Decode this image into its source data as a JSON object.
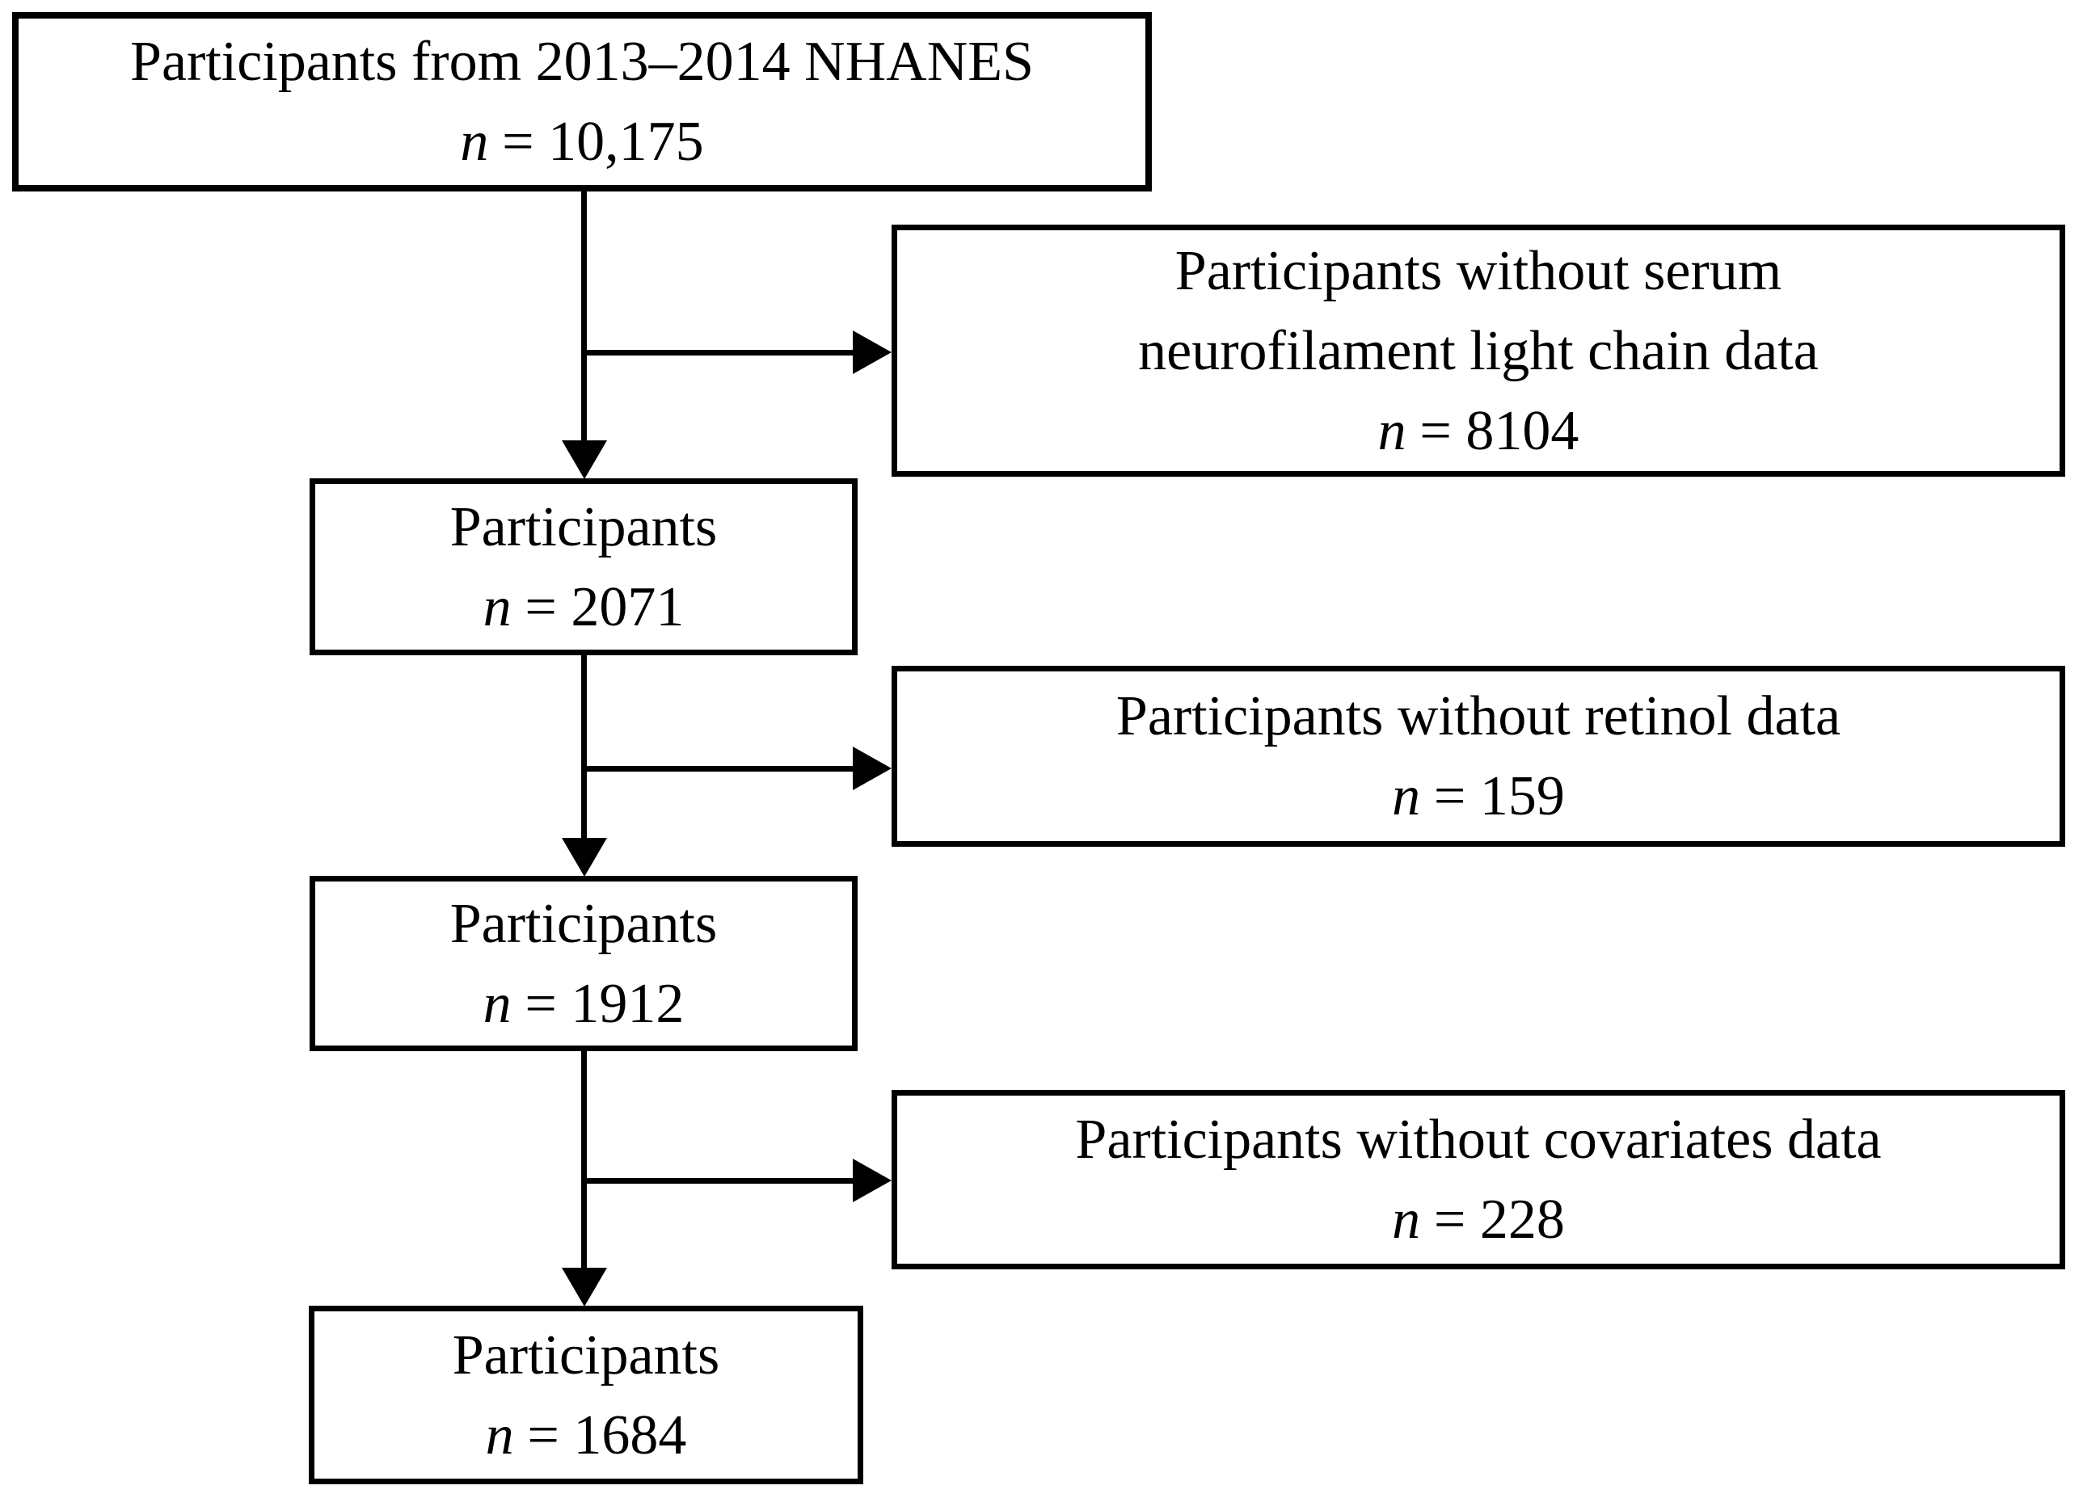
{
  "colors": {
    "background": "#ffffff",
    "border": "#000000",
    "text": "#000000"
  },
  "nodes": {
    "start": {
      "label": "Participants from 2013–2014 NHANES",
      "n": "n",
      "count": "= 10,175"
    },
    "excl_nfl": {
      "label": "Participants without serum",
      "label2": "neurofilament light chain data",
      "n": "n",
      "count": "= 8104"
    },
    "step1": {
      "label": "Participants",
      "n": "n",
      "count": "= 2071"
    },
    "excl_retinol": {
      "label": "Participants without retinol data",
      "n": "n",
      "count": "= 159"
    },
    "step2": {
      "label": "Participants",
      "n": "n",
      "count": "= 1912"
    },
    "excl_covariates": {
      "label": "Participants without covariates data",
      "n": "n",
      "count": "= 228"
    },
    "final": {
      "label": "Participants",
      "n": "n",
      "count": "= 1684"
    }
  }
}
